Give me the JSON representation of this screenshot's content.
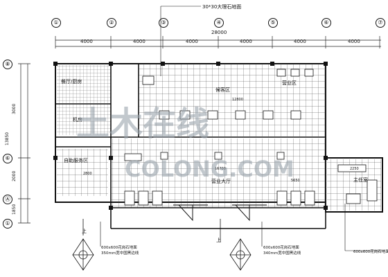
{
  "top_note": "30*30大理石地面",
  "axes_top": [
    "①",
    "②",
    "③",
    "④",
    "⑤",
    "⑥",
    "⑦"
  ],
  "top_dims": [
    "4000",
    "4000",
    "4000",
    "4000",
    "4000",
    "4000"
  ],
  "total_width": "28000",
  "axes_left": [
    "⑧",
    "⑥",
    "Ⓐ",
    "①"
  ],
  "left_dims": [
    "3000",
    "2000",
    "1850"
  ],
  "left_total": "13850",
  "rooms": {
    "dining": "餐厅/厨房",
    "office": "机房",
    "waiting": "候客区",
    "business": "营业区",
    "self_service": "自助服务区",
    "hall": "营业大厅",
    "manager": "主任室"
  },
  "dims_small": [
    "12800",
    "2800",
    "16700",
    "5650",
    "2250"
  ],
  "markers": [
    "上",
    "上"
  ],
  "notes_bottom": [
    "600x600花岗石地面",
    "350mm宽中国黑边线",
    "600x600花岗石地面",
    "340mm宽中国黑边线",
    "600x600花岗石地面"
  ],
  "watermark": "土木在线",
  "watermark_latin": "COLONG.COM",
  "colors": {
    "line": "#222222",
    "bg": "#ffffff",
    "wm": "#9aa4ad"
  }
}
